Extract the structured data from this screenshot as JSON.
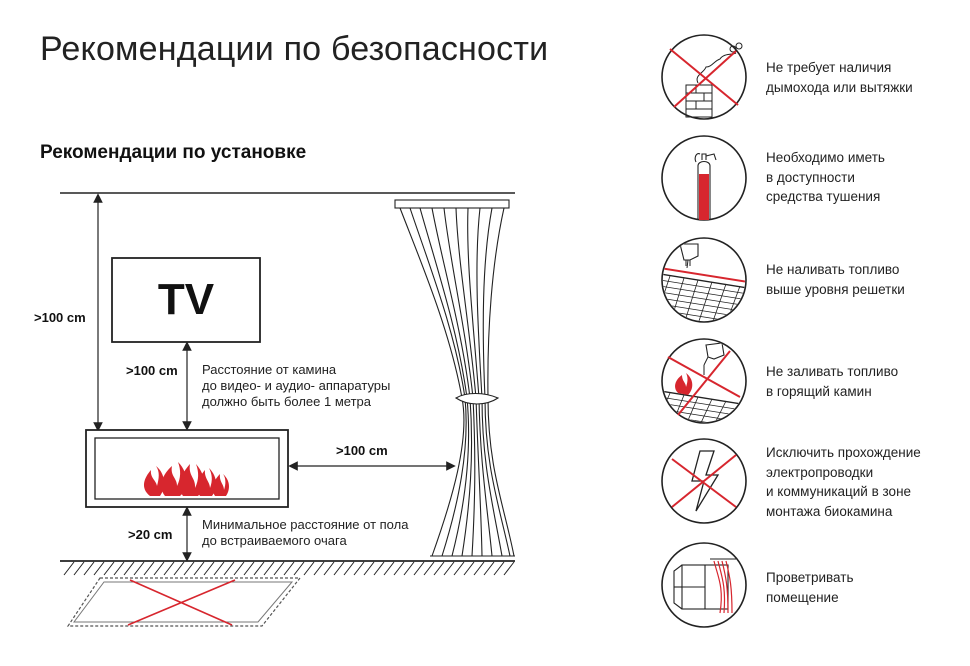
{
  "title": "Рекомендации по безопасности",
  "subtitle": "Рекомендации по установке",
  "tv_label": "TV",
  "dimensions": {
    "ceiling": ">100 cm",
    "tv": ">100 cm",
    "curtain": ">100 cm",
    "floor": ">20 cm"
  },
  "notes": {
    "tv_lines": [
      "Расстояние от камина",
      "до видео- и аудио- аппаратуры",
      "должно быть более 1 метра"
    ],
    "floor_lines": [
      "Минимальное расстояние от пола",
      "до встраиваемого очага"
    ]
  },
  "recommendations": [
    {
      "icon": "no-chimney-icon",
      "lines": [
        "Не требует наличия",
        "дымохода или вытяжки"
      ]
    },
    {
      "icon": "fire-extinguisher-icon",
      "lines": [
        "Необходимо иметь",
        "в доступности",
        "средства тушения"
      ]
    },
    {
      "icon": "fuel-level-icon",
      "lines": [
        "Не наливать топливо",
        "выше уровня решетки"
      ]
    },
    {
      "icon": "no-refuel-burning-icon",
      "lines": [
        "Не заливать топливо",
        "в горящий камин"
      ]
    },
    {
      "icon": "no-wiring-icon",
      "lines": [
        "Исключить прохождение",
        "электропроводки",
        "и коммуникаций в зоне",
        "монтажа биокамина"
      ]
    },
    {
      "icon": "ventilate-room-icon",
      "lines": [
        "Проветривать",
        "помещение"
      ]
    }
  ],
  "colors": {
    "accent": "#d7262e",
    "line": "#222222"
  }
}
